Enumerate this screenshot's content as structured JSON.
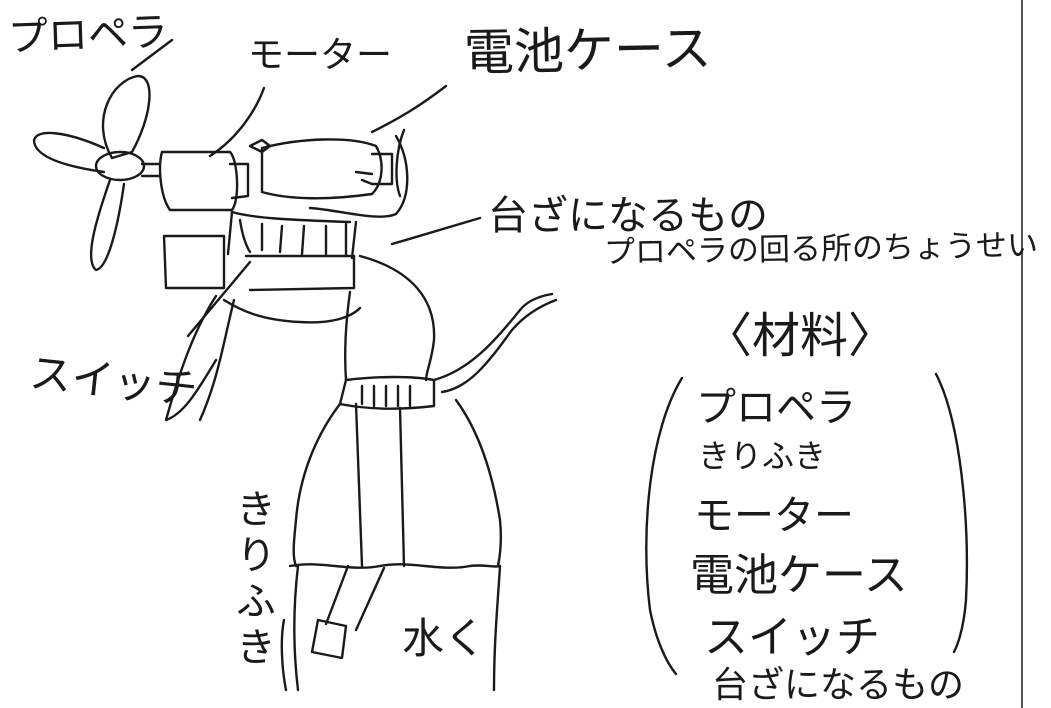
{
  "labels": {
    "propeller": "プロペラ",
    "motor": "モーター",
    "battery_case": "電池ケース",
    "stand": "台ざになるもの",
    "propeller_adjust": "プロペラの回る所のちょうせい",
    "switch": "スイッチ",
    "spray_bottle": "きりふき",
    "water": "水く"
  },
  "materials": {
    "title": "〈材料〉",
    "items": [
      "プロペラ",
      "きりふき",
      "モーター",
      "電池ケース",
      "スイッチ",
      "台ざになるもの"
    ]
  }
}
